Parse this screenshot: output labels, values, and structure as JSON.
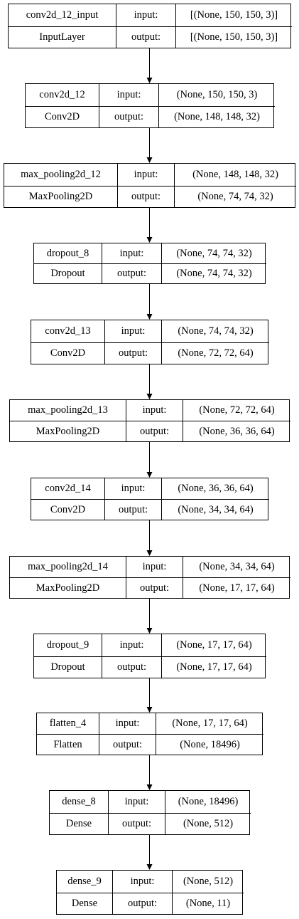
{
  "labels": {
    "input": "input:",
    "output": "output:"
  },
  "layers": [
    {
      "name": "conv2d_12_input",
      "type": "InputLayer",
      "input": "[(None, 150, 150, 3)]",
      "output": "[(None, 150, 150, 3)]"
    },
    {
      "name": "conv2d_12",
      "type": "Conv2D",
      "input": "(None, 150, 150, 3)",
      "output": "(None, 148, 148, 32)"
    },
    {
      "name": "max_pooling2d_12",
      "type": "MaxPooling2D",
      "input": "(None, 148, 148, 32)",
      "output": "(None, 74, 74, 32)"
    },
    {
      "name": "dropout_8",
      "type": "Dropout",
      "input": "(None, 74, 74, 32)",
      "output": "(None, 74, 74, 32)"
    },
    {
      "name": "conv2d_13",
      "type": "Conv2D",
      "input": "(None, 74, 74, 32)",
      "output": "(None, 72, 72, 64)"
    },
    {
      "name": "max_pooling2d_13",
      "type": "MaxPooling2D",
      "input": "(None, 72, 72, 64)",
      "output": "(None, 36, 36, 64)"
    },
    {
      "name": "conv2d_14",
      "type": "Conv2D",
      "input": "(None, 36, 36, 64)",
      "output": "(None, 34, 34, 64)"
    },
    {
      "name": "max_pooling2d_14",
      "type": "MaxPooling2D",
      "input": "(None, 34, 34, 64)",
      "output": "(None, 17, 17, 64)"
    },
    {
      "name": "dropout_9",
      "type": "Dropout",
      "input": "(None, 17, 17, 64)",
      "output": "(None, 17, 17, 64)"
    },
    {
      "name": "flatten_4",
      "type": "Flatten",
      "input": "(None, 17, 17, 64)",
      "output": "(None, 18496)"
    },
    {
      "name": "dense_8",
      "type": "Dense",
      "input": "(None, 18496)",
      "output": "(None, 512)"
    },
    {
      "name": "dense_9",
      "type": "Dense",
      "input": "(None, 512)",
      "output": "(None, 11)"
    }
  ]
}
